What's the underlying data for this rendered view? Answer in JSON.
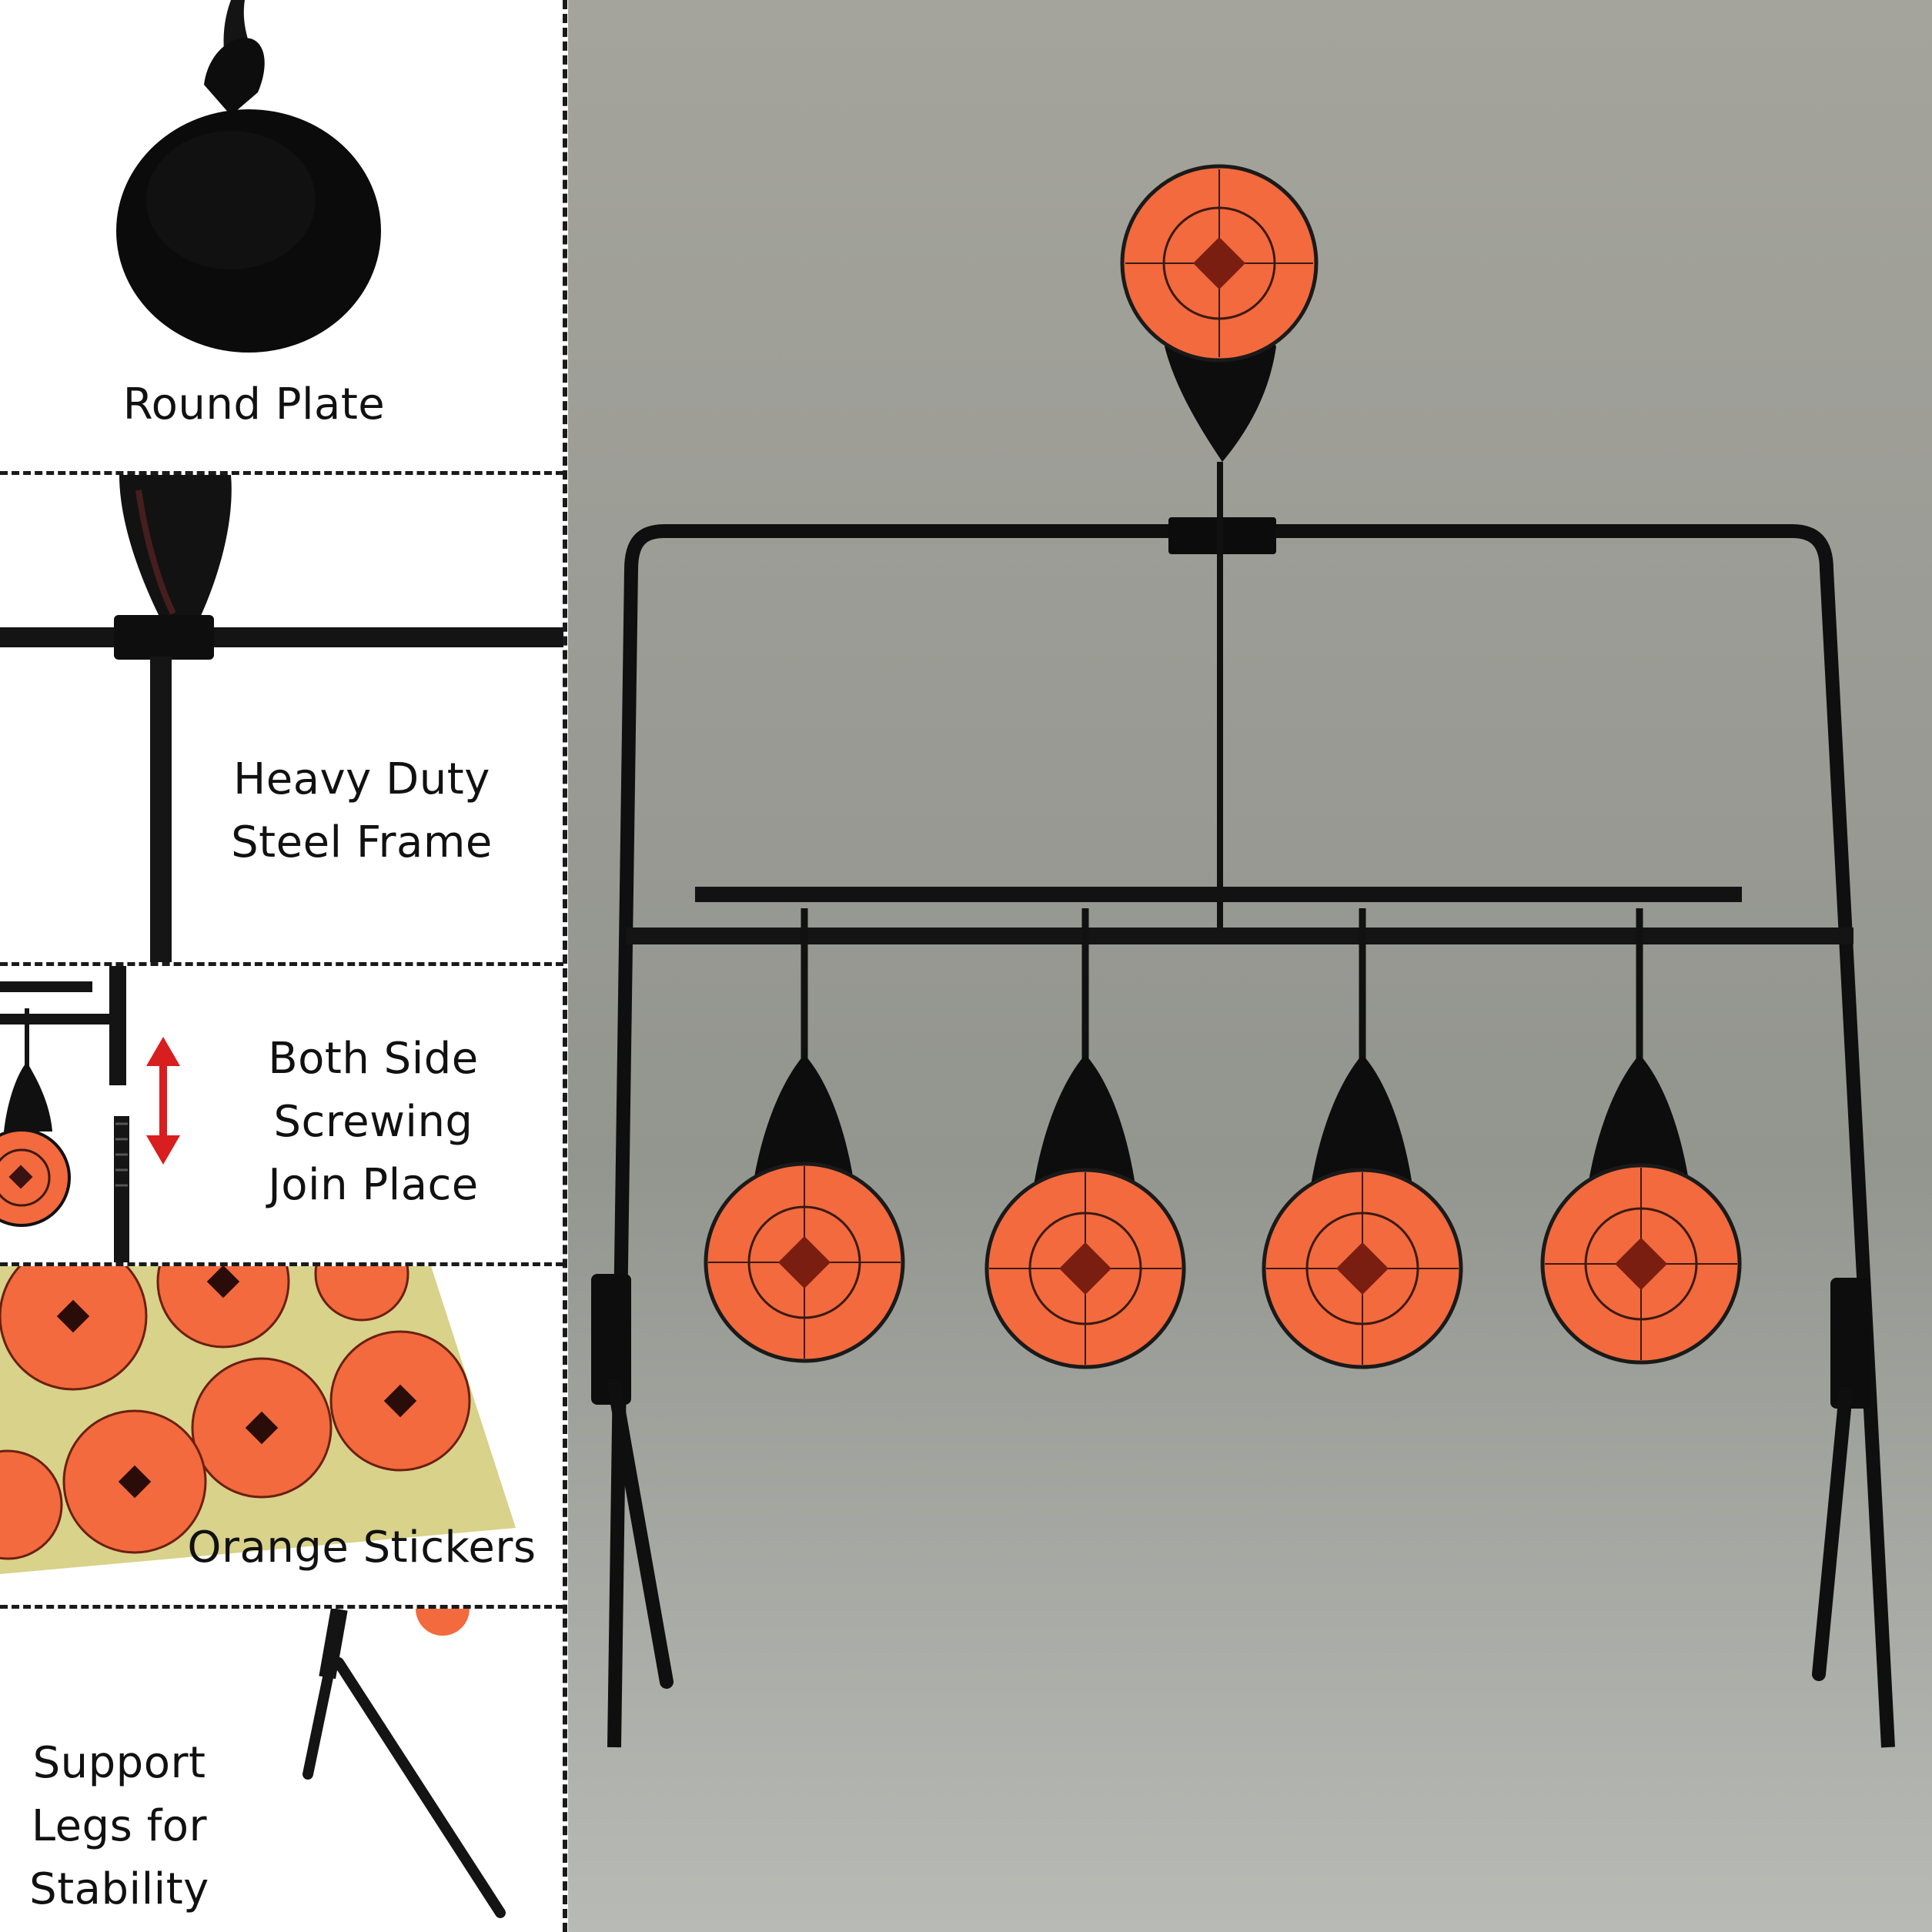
{
  "features": {
    "round_plate": {
      "label": "Round Plate",
      "image_icon": "round-plate-closeup"
    },
    "frame": {
      "label": "Heavy Duty\nSteel Frame",
      "image_icon": "steel-frame-closeup"
    },
    "joint": {
      "label": "Both Side\nScrewing\nJoin Place",
      "image_icon": "screw-joint-closeup"
    },
    "stickers": {
      "label": "Orange Stickers",
      "image_icon": "sticker-sheet"
    },
    "legs": {
      "label": "Support\nLegs for\nStability",
      "image_icon": "support-leg-closeup"
    }
  },
  "product_photo": {
    "subject": "spinner-target-stand",
    "target_count": 5
  },
  "colors": {
    "target_orange": "#f26a3d",
    "steel_black": "#111111",
    "backdrop_gray": "#9a9a94",
    "sticker_sheet": "#d8d28a",
    "arrow_red": "#d81e1e"
  }
}
